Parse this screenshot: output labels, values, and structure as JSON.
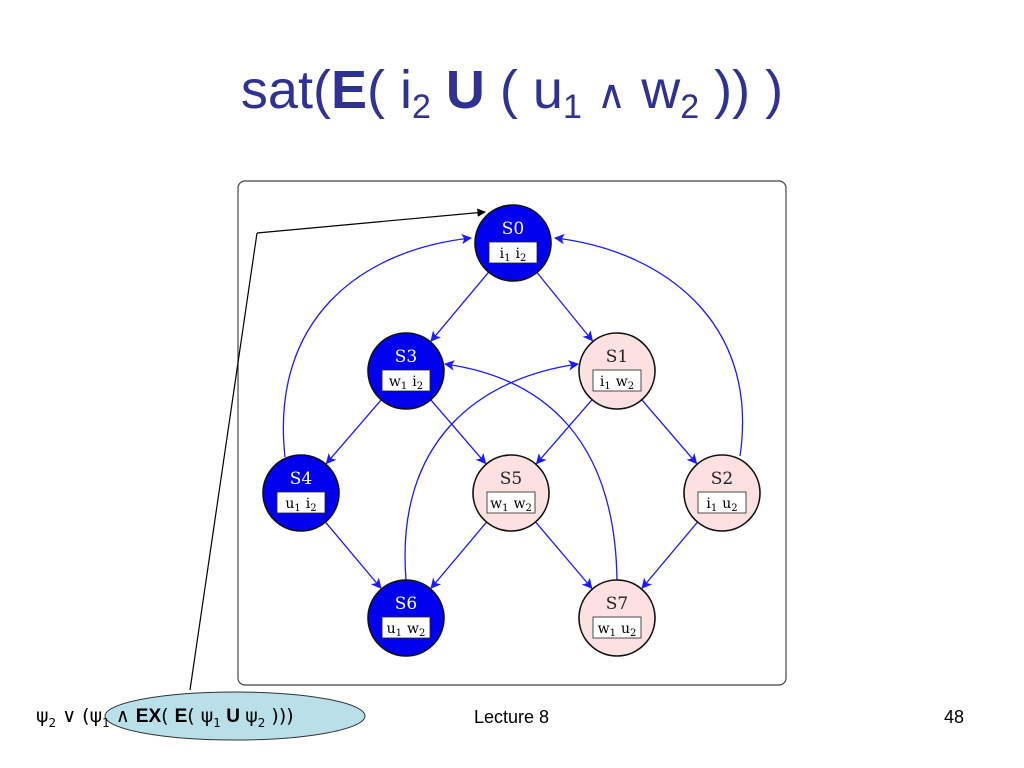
{
  "title": {
    "prefix": "sat(",
    "E": "E",
    "open1": "( i",
    "sub2": "2",
    "U": "U",
    "open2": "( u",
    "sub1": "1",
    "wedge": "∧",
    "w": "w",
    "sub2b": "2",
    "close": "))  )"
  },
  "diagram": {
    "colors": {
      "sat": "#0000ee",
      "unsat": "#fde0e0",
      "edge": "#1a1aff",
      "frame": "#444444"
    },
    "states": [
      {
        "id": "S0",
        "label": "S0",
        "props": [
          "i",
          "1",
          "i",
          "2"
        ],
        "sat": true
      },
      {
        "id": "S1",
        "label": "S1",
        "props": [
          "i",
          "1",
          "w",
          "2"
        ],
        "sat": false
      },
      {
        "id": "S2",
        "label": "S2",
        "props": [
          "i",
          "1",
          "u",
          "2"
        ],
        "sat": false
      },
      {
        "id": "S3",
        "label": "S3",
        "props": [
          "w",
          "1",
          "i",
          "2"
        ],
        "sat": true
      },
      {
        "id": "S4",
        "label": "S4",
        "props": [
          "u",
          "1",
          "i",
          "2"
        ],
        "sat": true
      },
      {
        "id": "S5",
        "label": "S5",
        "props": [
          "w",
          "1",
          "w",
          "2"
        ],
        "sat": false
      },
      {
        "id": "S6",
        "label": "S6",
        "props": [
          "u",
          "1",
          "w",
          "2"
        ],
        "sat": true
      },
      {
        "id": "S7",
        "label": "S7",
        "props": [
          "w",
          "1",
          "u",
          "2"
        ],
        "sat": false
      }
    ],
    "transitions": [
      {
        "from": "S0",
        "to": "S3"
      },
      {
        "from": "S0",
        "to": "S1"
      },
      {
        "from": "S3",
        "to": "S4"
      },
      {
        "from": "S3",
        "to": "S5"
      },
      {
        "from": "S1",
        "to": "S5"
      },
      {
        "from": "S1",
        "to": "S2"
      },
      {
        "from": "S4",
        "to": "S6"
      },
      {
        "from": "S5",
        "to": "S6"
      },
      {
        "from": "S5",
        "to": "S7"
      },
      {
        "from": "S2",
        "to": "S7"
      },
      {
        "from": "S4",
        "to": "S0"
      },
      {
        "from": "S2",
        "to": "S0"
      },
      {
        "from": "S6",
        "to": "S1"
      },
      {
        "from": "S7",
        "to": "S3"
      }
    ]
  },
  "footer": {
    "formula": {
      "psi": "ψ",
      "s2": "2",
      "or": " ∨ (",
      "s1": "1",
      "and": " ∧ ",
      "EX": "EX",
      "open": "( ",
      "E": "E",
      "open2": "( ",
      "s1b": "1",
      "U": " U ",
      "s2b": "2",
      "close": " )))"
    },
    "lecture": "Lecture 8",
    "page": "48"
  }
}
